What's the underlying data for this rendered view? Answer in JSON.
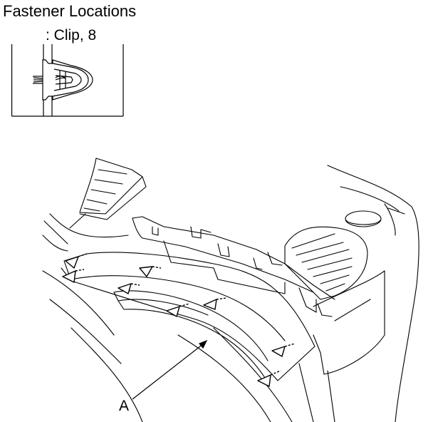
{
  "header": {
    "title": "Fastener Locations",
    "clip_legend": ": Clip, 8"
  },
  "callouts": {
    "a": "A"
  },
  "icons": {
    "clip": "clip-icon",
    "fastener_marker": "triangle-marker-icon"
  }
}
